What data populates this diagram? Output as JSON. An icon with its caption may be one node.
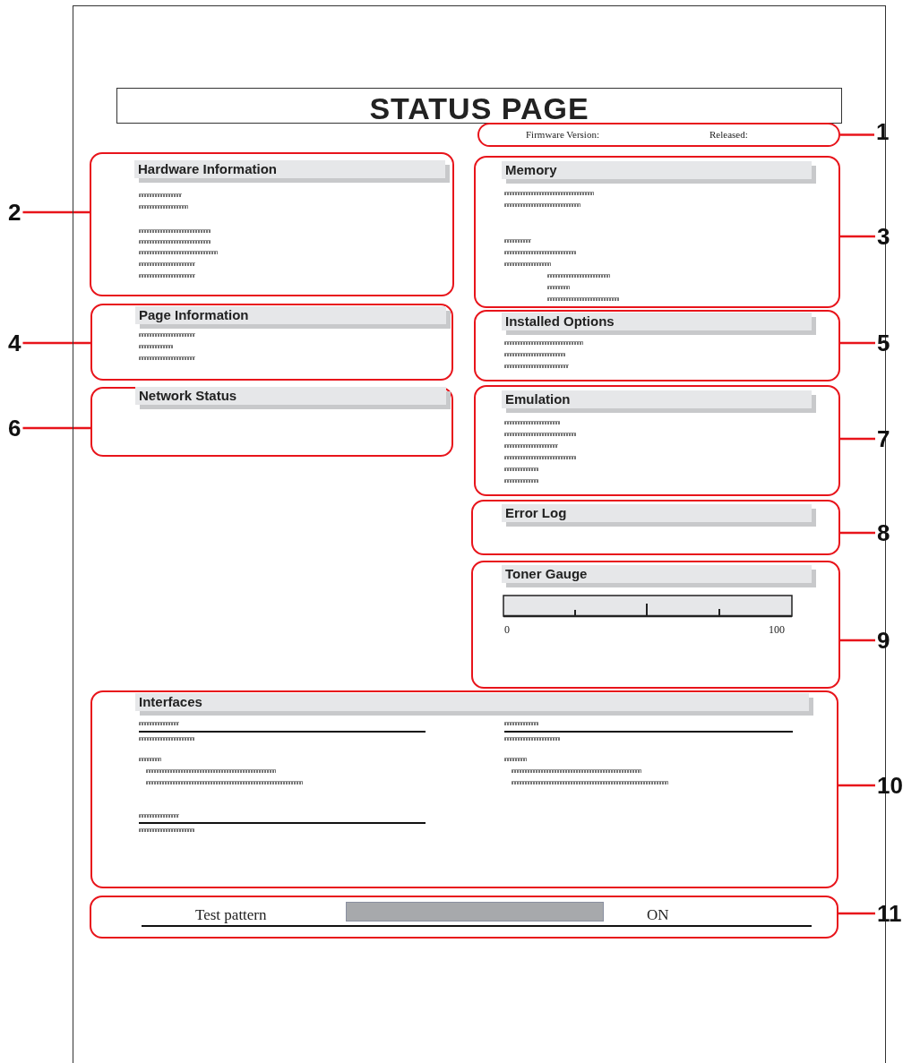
{
  "diagram": {
    "title": "STATUS PAGE",
    "nodes": [
      {
        "text": [
          "Firmware Version:",
          "Released:"
        ]
      },
      {
        "text": [
          "1"
        ]
      },
      {
        "text": [
          "2"
        ]
      },
      {
        "text": [
          "Hardware Information"
        ]
      },
      {
        "text": [
          "Memory"
        ]
      },
      {
        "text": [
          "3"
        ]
      },
      {
        "text": [
          "4"
        ]
      },
      {
        "text": [
          "Page Information"
        ]
      },
      {
        "text": [
          "Installed Options"
        ]
      },
      {
        "text": [
          "5"
        ]
      },
      {
        "text": [
          "6"
        ]
      },
      {
        "text": [
          "Network Status"
        ]
      },
      {
        "text": [
          "Emulation"
        ]
      },
      {
        "text": [
          "7"
        ]
      },
      {
        "text": [
          "Error Log"
        ]
      },
      {
        "text": [
          "8"
        ]
      },
      {
        "text": [
          "Toner Gauge",
          "0",
          "100"
        ]
      },
      {
        "text": [
          "9"
        ]
      },
      {
        "text": [
          "Interfaces"
        ]
      },
      {
        "text": [
          "10"
        ]
      },
      {
        "text": [
          "Test pattern",
          "ON"
        ]
      },
      {
        "text": [
          "11"
        ]
      }
    ],
    "edges": [
      {
        "from": 1,
        "to": 0,
        "arrow": "none"
      },
      {
        "from": 2,
        "to": 3,
        "arrow": "none"
      },
      {
        "from": 5,
        "to": 4,
        "arrow": "none"
      },
      {
        "from": 6,
        "to": 7,
        "arrow": "none"
      },
      {
        "from": 9,
        "to": 8,
        "arrow": "none"
      },
      {
        "from": 10,
        "to": 11,
        "arrow": "none"
      },
      {
        "from": 13,
        "to": 12,
        "arrow": "none"
      },
      {
        "from": 15,
        "to": 14,
        "arrow": "none"
      },
      {
        "from": 17,
        "to": 16,
        "arrow": "none"
      },
      {
        "from": 19,
        "to": 18,
        "arrow": "none"
      },
      {
        "from": 21,
        "to": 20,
        "arrow": "none"
      }
    ]
  }
}
